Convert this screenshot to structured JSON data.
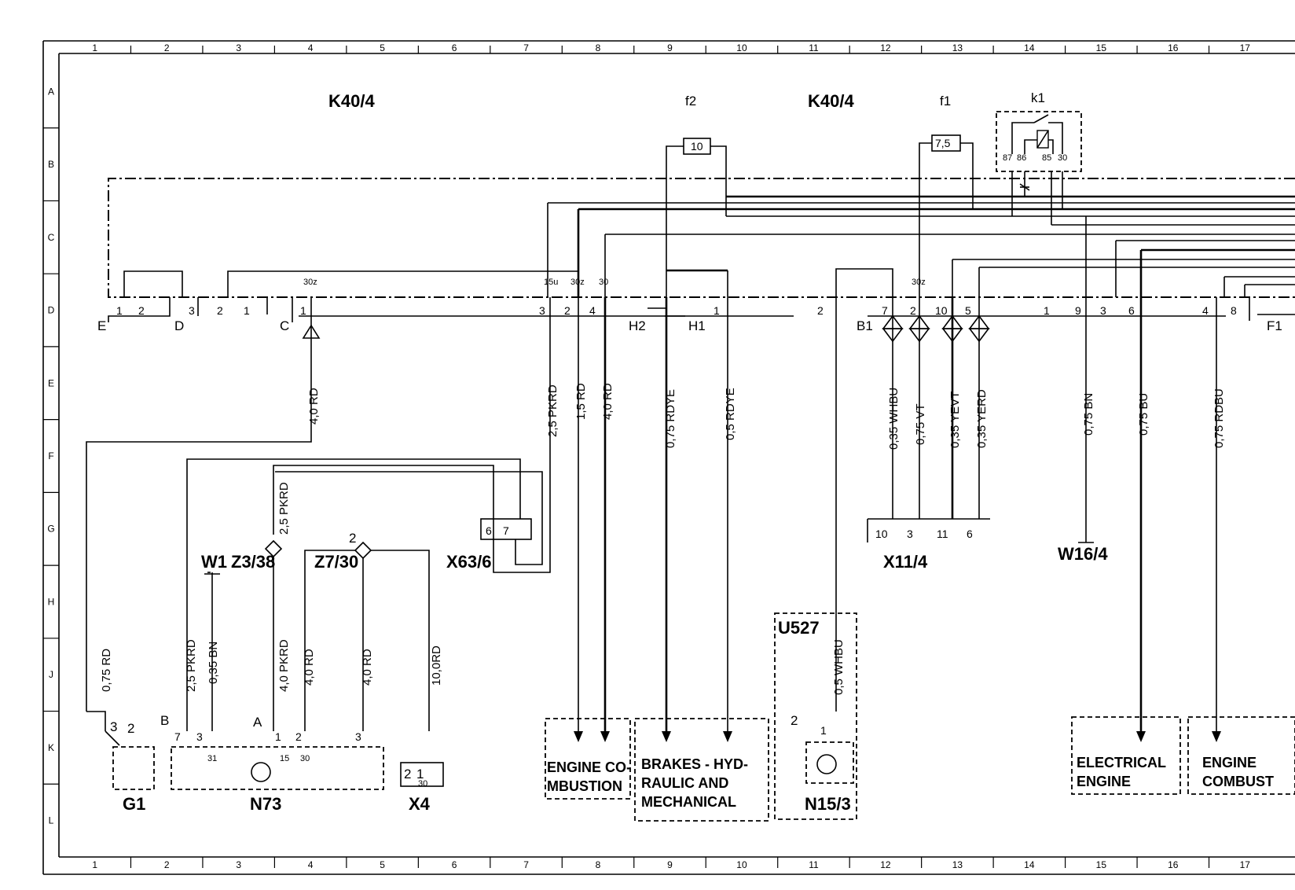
{
  "column_numbers": [
    "1",
    "2",
    "3",
    "4",
    "5",
    "6",
    "7",
    "8",
    "9",
    "10",
    "11",
    "12",
    "13",
    "14",
    "15",
    "16",
    "17"
  ],
  "row_letters": [
    "A",
    "B",
    "C",
    "D",
    "E",
    "F",
    "G",
    "H",
    "J",
    "K",
    "L"
  ],
  "components": {
    "k40_4_left": "K40/4",
    "k40_4_right": "K40/4",
    "f2": "f2",
    "f1": "f1",
    "k1": "k1",
    "w1": "W1",
    "z3_38": "Z3/38",
    "z7_30": "Z7/30",
    "x63_6": "X63/6",
    "x11_4": "X11/4",
    "w16_4": "W16/4",
    "u527": "U527",
    "g1": "G1",
    "n73": "N73",
    "x4": "X4",
    "n15_3": "N15/3"
  },
  "fuses": {
    "f2_value": "10",
    "f1_value": "7,5"
  },
  "relay_pins": [
    "87",
    "86",
    "85",
    "30"
  ],
  "connector_letters": {
    "E": "E",
    "D": "D",
    "C": "C",
    "H2": "H2",
    "H1": "H1",
    "B1": "B1",
    "F1": "F1",
    "A": "A",
    "B": "B"
  },
  "pin_labels": {
    "e1": "1",
    "e2": "2",
    "d3": "3",
    "c2": "2",
    "c1a": "1",
    "c1": "1",
    "c30z": "30z",
    "p15u": "15u",
    "p30z": "30z",
    "p30": "30",
    "p3": "3",
    "p2": "2",
    "p4": "4",
    "h1_1": "1",
    "b1_2": "2",
    "b1_7": "7",
    "b1_2b": "2",
    "b1_30z": "30z",
    "b1_10": "10",
    "b1_5": "5",
    "r1": "1",
    "r9": "9",
    "r3": "3",
    "r6": "6",
    "r4": "4",
    "r8": "8",
    "x63_6": "6",
    "x63_7": "7",
    "z7_2": "2",
    "x11_10": "10",
    "x11_3": "3",
    "x11_11": "11",
    "x11_6": "6",
    "g1_3": "3",
    "g1_2": "2",
    "n73_7": "7",
    "n73_3": "3",
    "n73_31": "31",
    "n73_30": "30",
    "n73_15": "15",
    "n73_1": "1",
    "n73_2": "2",
    "n73_3b": "3",
    "x4_2": "2",
    "x4_1": "1",
    "x4_30": "30",
    "n15_2": "2",
    "n15_1": "1"
  },
  "wires": {
    "w_4_0_rd": "4,0 RD",
    "w_2_5_pkrd_a": "2,5 PKRD",
    "w_1_5_rd": "1,5 RD",
    "w_4_0_rd_b": "4,0 RD",
    "w_075_rdye": "0,75 RDYE",
    "w_05_rdye": "0,5 RDYE",
    "w_035_whbu": "0,35 WHBU",
    "w_075_vt": "0,75 VT",
    "w_035_yevt": "0,35 YEVT",
    "w_035_yerd": "0,35 YERD",
    "w_075_bn": "0,75 BN",
    "w_075_bu": "0,75 BU",
    "w_075_rdbu": "0,75 RDBU",
    "w_2_5_pkrd_z3": "2,5 PKRD",
    "w_075_rd": "0,75 RD",
    "w_2_5_pkrd_n": "2,5 PKRD",
    "w_035_bn": "0,35 BN",
    "w_4_0_pkrd": "4,0 PKRD",
    "w_4_0_rd_c": "4,0 RD",
    "w_4_0_rd_d": "4,0 RD",
    "w_10_0_rd": "10,0RD",
    "w_05_whbu": "0,5 WHBU"
  },
  "reference_boxes": {
    "engine_combustion_1": [
      "ENGINE CO-",
      "MBUSTION"
    ],
    "brakes": [
      "BRAKES - HYD-",
      "RAULIC AND",
      "MECHANICAL"
    ],
    "electrical_engine": [
      "ELECTRICAL",
      "ENGINE"
    ],
    "engine_combustion_2": [
      "ENGINE",
      "COMBUST"
    ]
  }
}
